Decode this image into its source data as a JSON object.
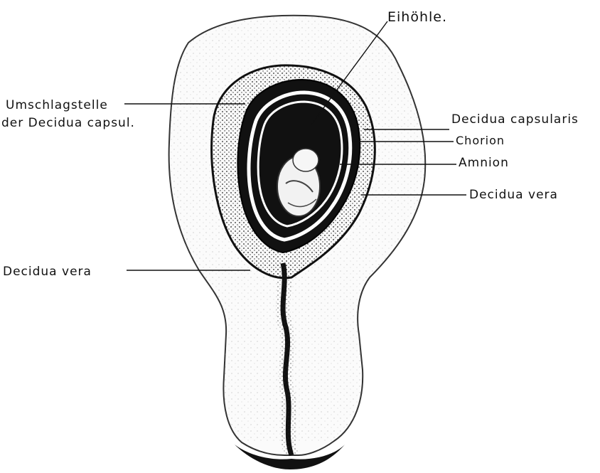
{
  "labels": {
    "eihoehle": "Eihöhle.",
    "umschlagstelle_line1": "Umschlagstelle",
    "umschlagstelle_line2": "der Decidua capsul.",
    "decidua_capsularis": "Decidua capsularis",
    "chorion": "Chorion",
    "amnion": "Amnion",
    "decidua_vera_right": "Decidua vera",
    "decidua_vera_left": "Decidua vera"
  },
  "colors": {
    "ink": "#111111",
    "paper": "#ffffff",
    "tissue_light": "#f4f4f4",
    "tissue_stipple": "#555555"
  }
}
